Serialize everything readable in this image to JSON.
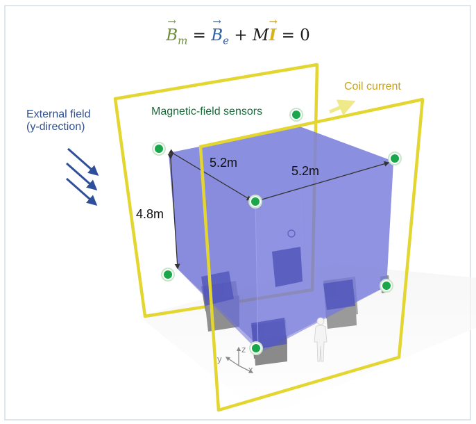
{
  "equation": {
    "b": "B",
    "sub_m": "m",
    "sub_e": "e",
    "equals": "=",
    "plus": "+",
    "m": "M",
    "i": "I",
    "zero": "0"
  },
  "labels": {
    "external_field": [
      "External field",
      "(y-direction)"
    ],
    "sensors": "Magnetic-field sensors",
    "coil_current": "Coil current"
  },
  "dimensions": {
    "depth": "5.2m",
    "width": "5.2m",
    "height": "4.8m"
  },
  "axes": {
    "x": "x",
    "y": "y",
    "z": "z"
  },
  "colors": {
    "coil": "#e3d630",
    "box": "#6f73d6",
    "sensor": "#1aa64a",
    "field_arrow": "#2f4f9a",
    "equation_bm": "#6a8e3a",
    "equation_be": "#2f5f9e",
    "equation_i": "#d9b21f",
    "frame_border": "#c9d6e2"
  }
}
